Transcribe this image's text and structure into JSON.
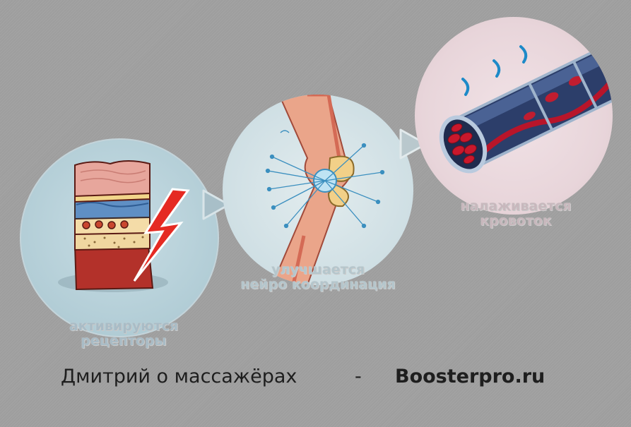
{
  "stages": [
    {
      "caption_line1": "активируются",
      "caption_line2": "рецепторы"
    },
    {
      "caption_line1": "улучшается",
      "caption_line2": "нейро координация"
    },
    {
      "caption_line1": "налаживается",
      "caption_line2": "кровоток"
    }
  ],
  "footer": {
    "author": "Дмитрий о массажёрах",
    "separator": "-",
    "site": "Boosterpro.ru"
  },
  "colors": {
    "background": "#a0a0a0",
    "skin": "#e3a39a",
    "lightning": "#e52a22",
    "vessel": "#b8152a",
    "nerve": "#3b8fbf"
  }
}
